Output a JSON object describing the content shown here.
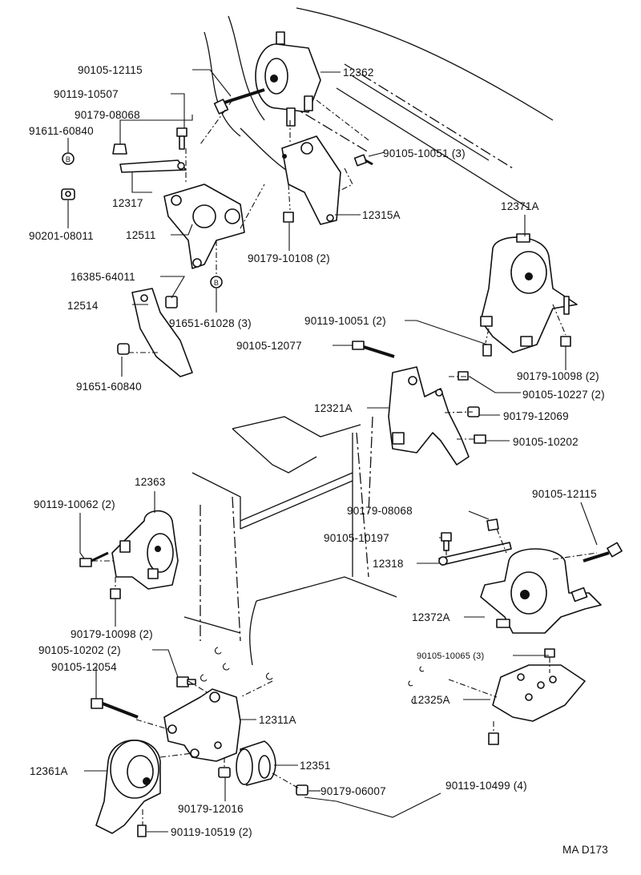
{
  "parts": {
    "p90105_12115_top": "90105-12115",
    "p90119_10507": "90119-10507",
    "p90179_08068_top": "90179-08068",
    "p91611_60840": "91611-60840",
    "p12317": "12317",
    "p90201_08011": "90201-08011",
    "p12511": "12511",
    "p16385_64011": "16385-64011",
    "p12514": "12514",
    "p91651_61028": "91651-61028 (3)",
    "p91651_60840": "91651-60840",
    "p12362": "12362",
    "p90105_10051": "90105-10051 (3)",
    "p12315A": "12315A",
    "p90179_10108": "90179-10108 (2)",
    "p12371A": "12371A",
    "p90119_10051": "90119-10051 (2)",
    "p90105_12077": "90105-12077",
    "p90179_10098_right": "90179-10098 (2)",
    "p90105_10227": "90105-10227 (2)",
    "p12321A": "12321A",
    "p90179_12069": "90179-12069",
    "p90105_10202_right": "90105-10202",
    "p12363": "12363",
    "p90119_10062": "90119-10062 (2)",
    "p90105_12115_right": "90105-12115",
    "p90179_08068_mid": "90179-08068",
    "p90105_10197": "90105-10197",
    "p12318": "12318",
    "p12372A": "12372A",
    "p90179_10098_left": "90179-10098 (2)",
    "p90105_10202_left": "90105-10202 (2)",
    "p90105_12054": "90105-12054",
    "p90105_10065": "90105-10065 (3)",
    "p12325A": "12325A",
    "p12311A": "12311A",
    "p12351": "12351",
    "p12361A": "12361A",
    "p90179_06007": "90179-06007",
    "p90119_10499": "90119-10499 (4)",
    "p90179_12016": "90179-12016",
    "p90119_10519": "90119-10519 (2)",
    "marker_b": "B",
    "drawing_code": "MA D173"
  },
  "colors": {
    "ink": "#111111",
    "paper": "#ffffff"
  }
}
